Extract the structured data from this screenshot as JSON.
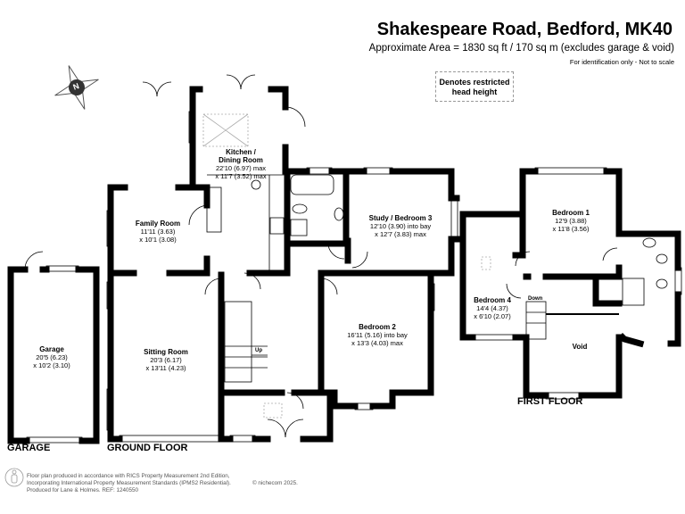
{
  "header": {
    "title": "Shakespeare Road, Bedford, MK40",
    "area": "Approximate Area = 1830 sq ft / 170 sq m (excludes garage & void)",
    "identification": "For identification only - Not to scale"
  },
  "legend": {
    "line1": "Denotes restricted",
    "line2": "head height"
  },
  "compass": {
    "label": "N"
  },
  "rooms": {
    "kitchen": {
      "name1": "Kitchen /",
      "name2": "Dining Room",
      "dim1": "22'10 (6.97) max",
      "dim2": "x 11'7 (3.52) max"
    },
    "family": {
      "name": "Family Room",
      "dim1": "11'11 (3.63)",
      "dim2": "x 10'1 (3.08)"
    },
    "study": {
      "name": "Study / Bedroom 3",
      "dim1": "12'10 (3.90) into bay",
      "dim2": "x 12'7 (3.83) max"
    },
    "sitting": {
      "name": "Sitting Room",
      "dim1": "20'3 (6.17)",
      "dim2": "x 13'11 (4.23)"
    },
    "bedroom2": {
      "name": "Bedroom 2",
      "dim1": "16'11 (5.16) into bay",
      "dim2": "x 13'3 (4.03) max"
    },
    "garage": {
      "name": "Garage",
      "dim1": "20'5 (6.23)",
      "dim2": "x 10'2 (3.10)"
    },
    "bedroom1": {
      "name": "Bedroom 1",
      "dim1": "12'9 (3.88)",
      "dim2": "x 11'8 (3.56)"
    },
    "bedroom4": {
      "name": "Bedroom 4",
      "dim1": "14'4 (4.37)",
      "dim2": "x 6'10 (2.07)"
    },
    "void": {
      "name": "Void"
    }
  },
  "stairs": {
    "up": "Up",
    "down": "Down"
  },
  "floors": {
    "garage": "GARAGE",
    "ground": "GROUND FLOOR",
    "first": "FIRST FLOOR"
  },
  "footer": {
    "line1": "Floor plan produced in accordance with RICS Property Measurement 2nd Edition,",
    "line2": "Incorporating International Property Measurement Standards (IPMS2 Residential).",
    "line3": "Produced for Lane & Holmes.   REF: 1240550",
    "copyright": "© nichecom 2025."
  }
}
